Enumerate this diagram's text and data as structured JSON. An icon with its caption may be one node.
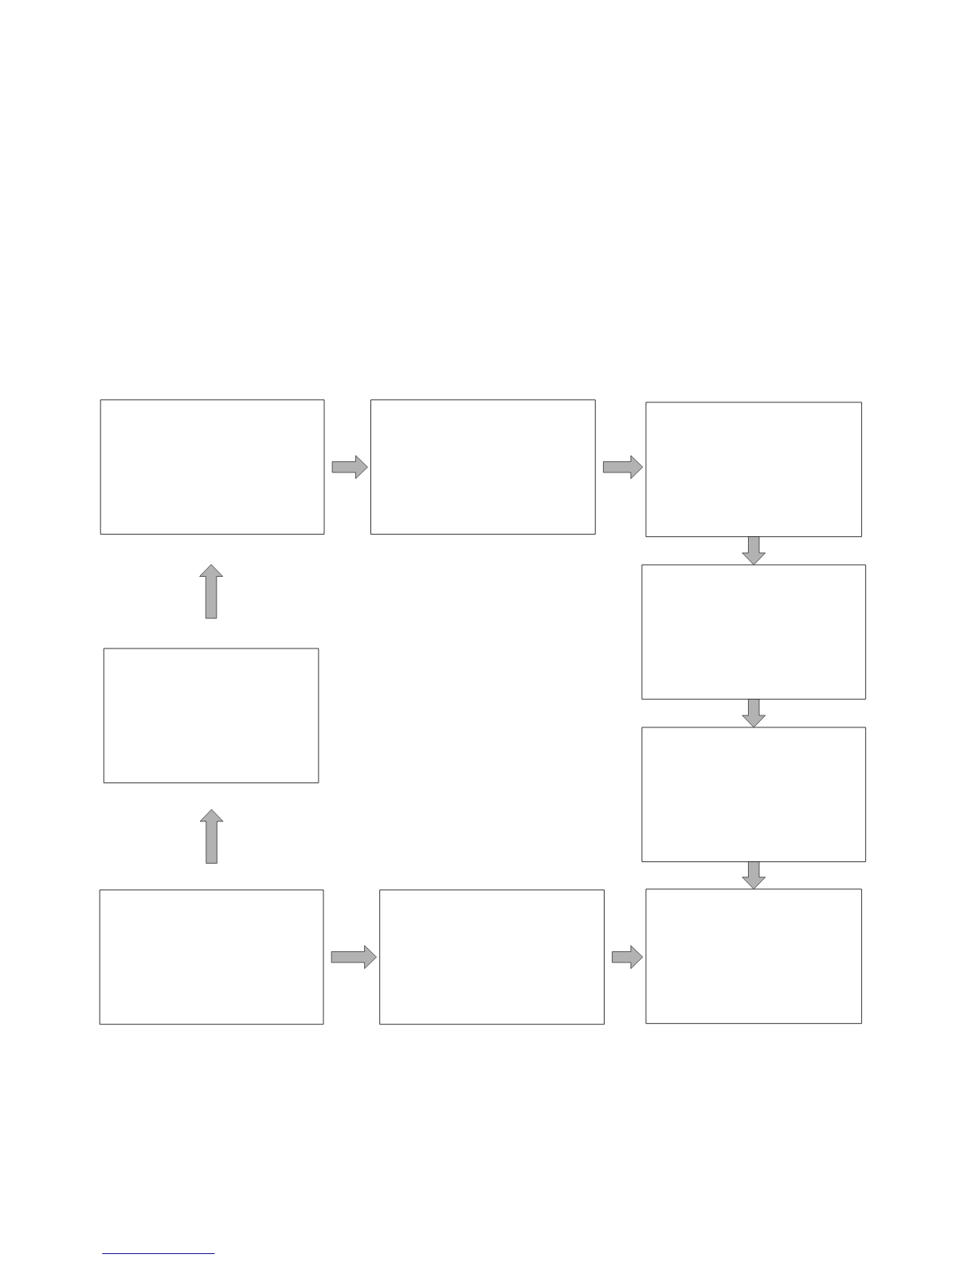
{
  "diagram": {
    "nodes": [
      {
        "text": [],
        "shape": "box"
      },
      {
        "text": [],
        "shape": "box"
      },
      {
        "text": [],
        "shape": "box"
      },
      {
        "text": [],
        "shape": "box"
      },
      {
        "text": [],
        "shape": "box"
      },
      {
        "text": [],
        "shape": "box"
      },
      {
        "text": [],
        "shape": "box"
      },
      {
        "text": [],
        "shape": "box"
      },
      {
        "text": [],
        "shape": "box"
      }
    ],
    "edges": [
      {
        "from": 6,
        "to": 4,
        "arrow": "to"
      },
      {
        "from": 4,
        "to": 0,
        "arrow": "to"
      },
      {
        "from": 0,
        "to": 1,
        "arrow": "to"
      },
      {
        "from": 1,
        "to": 2,
        "arrow": "to"
      },
      {
        "from": 2,
        "to": 3,
        "arrow": "to"
      },
      {
        "from": 3,
        "to": 5,
        "arrow": "to"
      },
      {
        "from": 5,
        "to": 8,
        "arrow": "to"
      },
      {
        "from": 6,
        "to": 7,
        "arrow": "to"
      },
      {
        "from": 7,
        "to": 8,
        "arrow": "to"
      }
    ]
  }
}
